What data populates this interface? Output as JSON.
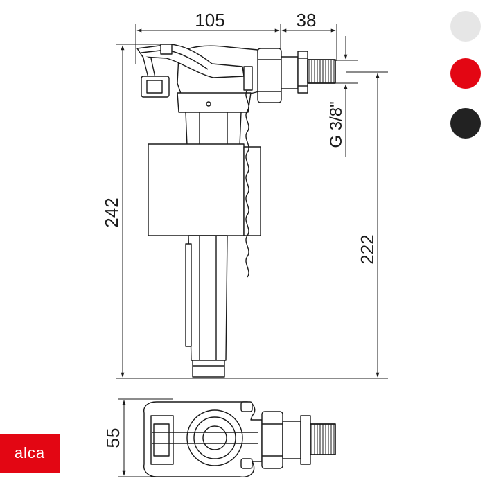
{
  "dimensions": {
    "top_width": "105",
    "thread_length": "38",
    "total_height": "242",
    "inlet_height": "222",
    "thread_size": "G 3/8\"",
    "plan_depth": "55"
  },
  "color_options": [
    {
      "name": "white",
      "hex": "#e6e6e6"
    },
    {
      "name": "red",
      "hex": "#e30613"
    },
    {
      "name": "black",
      "hex": "#222222"
    }
  ],
  "brand": {
    "name": "alca",
    "color": "#e30613"
  }
}
